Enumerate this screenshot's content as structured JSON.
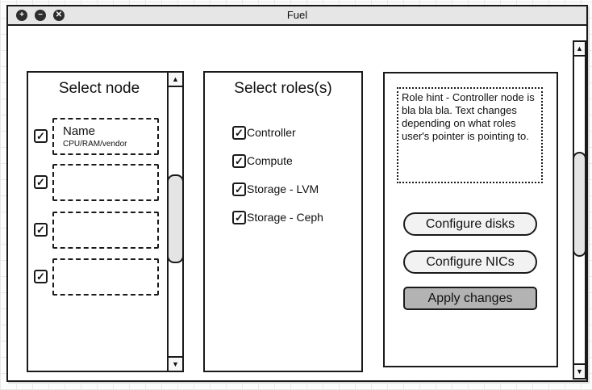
{
  "window": {
    "title": "Fuel",
    "controls": [
      {
        "name": "plus",
        "glyph": "+"
      },
      {
        "name": "minus",
        "glyph": "−"
      },
      {
        "name": "close",
        "glyph": "✕"
      }
    ]
  },
  "icons": {
    "check": "✓",
    "arrow_up": "▲",
    "arrow_down": "▼"
  },
  "node_panel": {
    "title": "Select node",
    "nodes": [
      {
        "checked": true,
        "name": "Name",
        "details": "CPU/RAM/vendor"
      },
      {
        "checked": true,
        "name": "",
        "details": ""
      },
      {
        "checked": true,
        "name": "",
        "details": ""
      },
      {
        "checked": true,
        "name": "",
        "details": ""
      }
    ]
  },
  "roles_panel": {
    "title": "Select roles(s)",
    "roles": [
      {
        "label": "Controller",
        "checked": true
      },
      {
        "label": "Compute",
        "checked": true
      },
      {
        "label": "Storage - LVM",
        "checked": true
      },
      {
        "label": "Storage - Ceph",
        "checked": true
      }
    ]
  },
  "actions_panel": {
    "role_hint": "Role hint - Controller node is bla bla bla. Text changes depending on what roles user's pointer is pointing to.",
    "buttons": [
      {
        "label": "Configure disks",
        "style": "pill"
      },
      {
        "label": "Configure NICs",
        "style": "pill"
      },
      {
        "label": "Apply changes",
        "style": "primary"
      }
    ]
  },
  "colors": {
    "titlebar": "#e6e6e6",
    "apply_button": "#b3b3b3",
    "scrollbar_thumb": "#e4e4e4",
    "border": "#1a1a1a"
  }
}
